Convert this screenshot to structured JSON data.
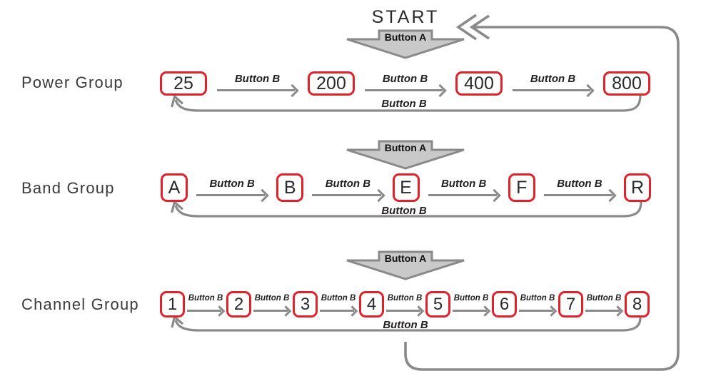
{
  "title": "START",
  "labels": {
    "button_a": "Button A",
    "button_b": "Button B"
  },
  "groups": [
    {
      "name": "Power Group",
      "items": [
        "25",
        "200",
        "400",
        "800"
      ]
    },
    {
      "name": "Band Group",
      "items": [
        "A",
        "B",
        "E",
        "F",
        "R"
      ]
    },
    {
      "name": "Channel Group",
      "items": [
        "1",
        "2",
        "3",
        "4",
        "5",
        "6",
        "7",
        "8"
      ]
    }
  ],
  "colors": {
    "box_border": "#e32129",
    "wire": "#8a8a8a",
    "big_arrow_fill": "#c9c9c9",
    "big_arrow_border": "#8a8a8a",
    "text": "#231f20"
  }
}
